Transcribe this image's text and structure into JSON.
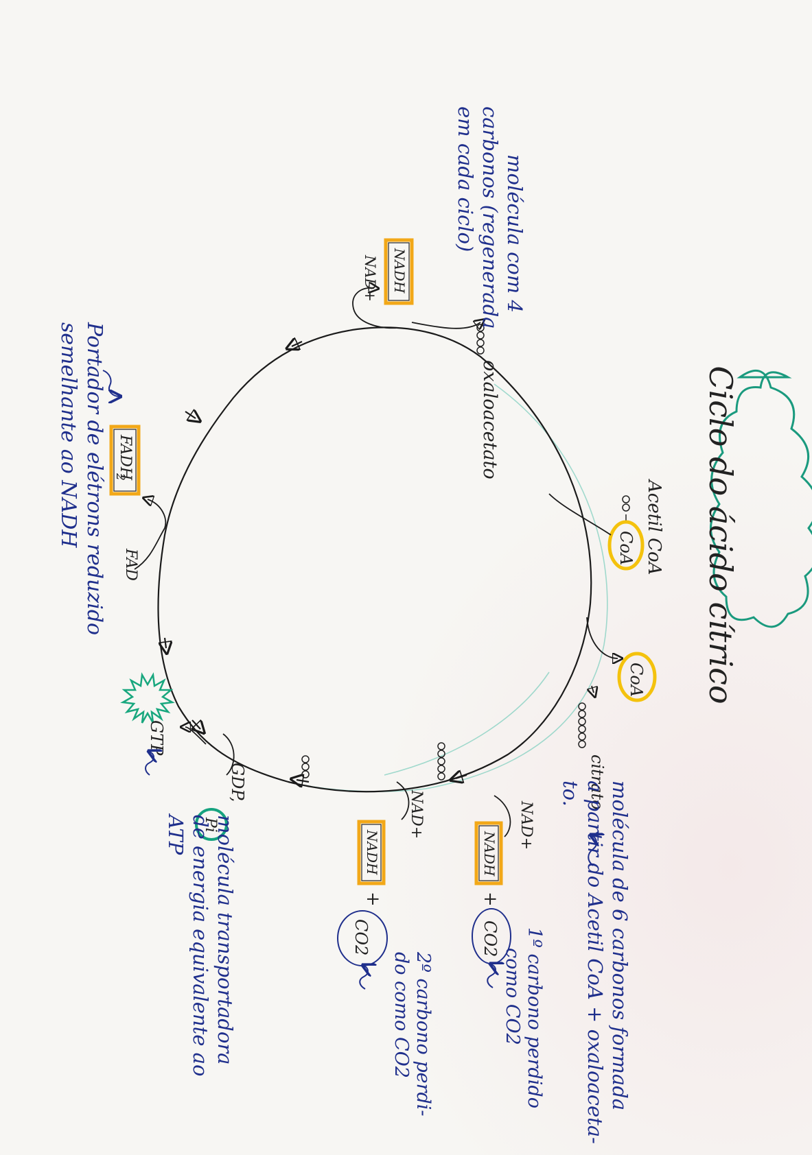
{
  "title": "Ciclo do ácido cítrico",
  "molecules": {
    "acetyl": "Acetil CoA",
    "acetyl_coa": "CoA",
    "coa_released": "CoA",
    "citrato": "citrato",
    "oxaloacetato": "oxaloacetato"
  },
  "cofactors": {
    "nad1": "NAD+",
    "nadh1": "NADH",
    "co2_1": "CO2",
    "nad2": "NAD+",
    "nadh2": "NADH",
    "co2_2": "CO2",
    "gdp": "GDP,",
    "pi": "Pi",
    "gtp": "GTP",
    "fad": "FAD",
    "fadh2": "FADH",
    "fadh2_sub": "2",
    "nad3": "NAD+",
    "nadh3": "NADH",
    "plus": "+"
  },
  "notes": {
    "citrate": [
      "molécula de 6 carbonos formada",
      "a partir do Acetil CoA + oxaloaceta-",
      "to."
    ],
    "co2_first": [
      "1º carbono perdido",
      "como CO2"
    ],
    "co2_second": [
      "2º carbono perdi-",
      "do como CO2"
    ],
    "gtp": [
      "molécula transportadora",
      "de energia equivalente ao",
      "ATP"
    ],
    "fadh2": [
      "Portador de elétrons reduzido",
      "semelhante ao NADH"
    ],
    "oxaloacetate": [
      "molécula com 4",
      "carbonos (regenerada",
      "em cada ciclo)"
    ]
  }
}
